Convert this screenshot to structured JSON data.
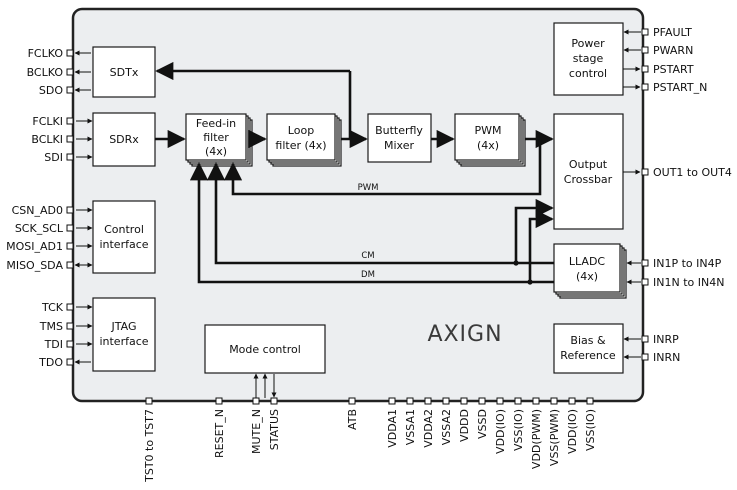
{
  "logo": "AXIGN",
  "blocks": {
    "sdtx": "SDTx",
    "sdrx": "SDRx",
    "control": [
      "Control",
      "interface"
    ],
    "jtag": [
      "JTAG",
      "interface"
    ],
    "mode": "Mode control",
    "feedin": [
      "Feed-in",
      "filter",
      "(4x)"
    ],
    "loop": [
      "Loop",
      "filter (4x)"
    ],
    "butterfly": [
      "Butterfly",
      "Mixer"
    ],
    "pwm": [
      "PWM",
      "(4x)"
    ],
    "power": [
      "Power",
      "stage",
      "control"
    ],
    "crossbar": [
      "Output",
      "Crossbar"
    ],
    "lladc": [
      "LLADC",
      "(4x)"
    ],
    "bias": [
      "Bias &",
      "Reference"
    ]
  },
  "signals": {
    "pwm": "PWM",
    "cm": "CM",
    "dm": "DM"
  },
  "pins": {
    "left": [
      "FCLKO",
      "BCLKO",
      "SDO",
      "FCLKI",
      "BCLKI",
      "SDI",
      "CSN_AD0",
      "SCK_SCL",
      "MOSI_AD1",
      "MISO_SDA",
      "TCK",
      "TMS",
      "TDI",
      "TDO"
    ],
    "right": [
      "PFAULT",
      "PWARN",
      "PSTART",
      "PSTART_N",
      "OUT1 to OUT4",
      "IN1P to IN4P",
      "IN1N to IN4N",
      "INRP",
      "INRN"
    ],
    "bottom": [
      "TST0 to TST7",
      "RESET_N",
      "MUTE_N",
      "STATUS",
      "ATB",
      "VDDA1",
      "VSSA1",
      "VDDA2",
      "VSSA2",
      "VDDD",
      "VSSD",
      "VDD(IO)",
      "VSS(IO)",
      "VDD(PWM)",
      "VSS(PWM)",
      "VDD(IO)",
      "VSS(IO)"
    ]
  }
}
